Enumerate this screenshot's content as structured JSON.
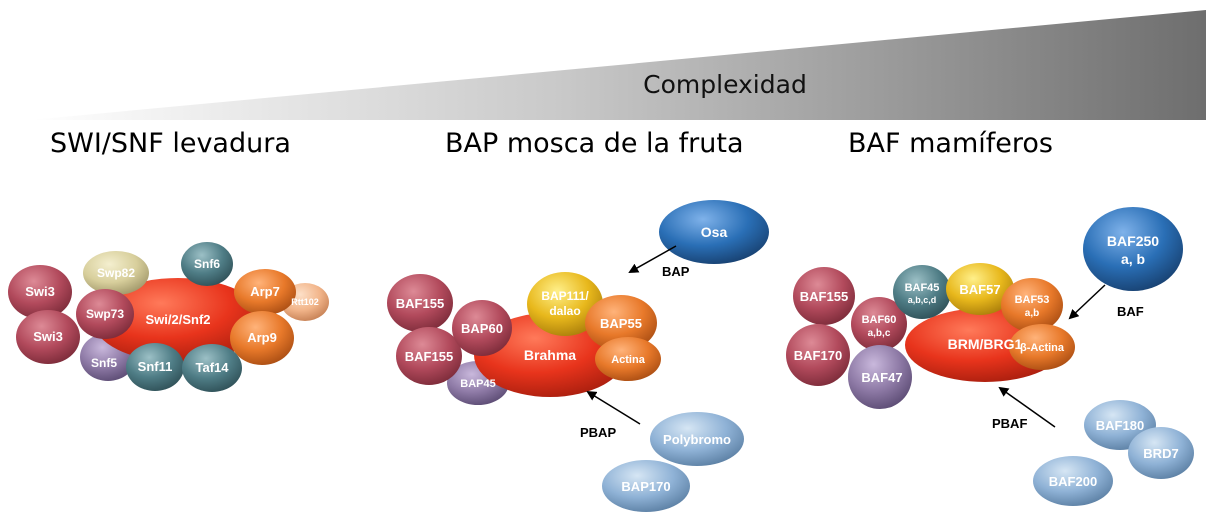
{
  "header": {
    "complexity": "Complexidad"
  },
  "sections": {
    "yeast": {
      "title": "SWI/SNF levadura"
    },
    "fly": {
      "title": "BAP mosca de la fruta"
    },
    "mammal": {
      "title": "BAF mamíferos"
    }
  },
  "colors": {
    "red_core": "#e8341c",
    "maroon": "#b24a5c",
    "teal": "#4f7d86",
    "orange": "#e8792a",
    "yellow": "#e8b81c",
    "purple": "#8e7aa6",
    "khaki": "#d8cf9c",
    "peach": "#f2b58a",
    "navy": "#2a6fb6",
    "light_blue": "#8fb2d6"
  },
  "yeast": {
    "core": "Swi/2/Snf2",
    "swi3_a": "Swi3",
    "swi3_b": "Swi3",
    "swp82": "Swp82",
    "swp73": "Swp73",
    "snf6": "Snf6",
    "arp7": "Arp7",
    "rtt102": "Rtt102",
    "arp9": "Arp9",
    "snf5": "Snf5",
    "snf11": "Snf11",
    "taf14": "Taf14"
  },
  "fly": {
    "core": "Brahma",
    "baf155_a": "BAF155",
    "baf155_b": "BAF155",
    "bap60": "BAP60",
    "bap45": "BAP45",
    "bap111_l1": "BAP111/",
    "bap111_l2": "dalao",
    "bap55": "BAP55",
    "actina": "Actina",
    "osa": "Osa",
    "polybromo": "Polybromo",
    "bap170": "BAP170",
    "arrow_bap": "BAP",
    "arrow_pbap": "PBAP"
  },
  "mammal": {
    "core": "BRM/BRG1",
    "baf155": "BAF155",
    "baf170": "BAF170",
    "baf60_l1": "BAF60",
    "baf60_l2": "a,b,c",
    "baf47": "BAF47",
    "baf45_l1": "BAF45",
    "baf45_l2": "a,b,c,d",
    "baf57": "BAF57",
    "baf53_l1": "BAF53",
    "baf53_l2": "a,b",
    "beta_actina": "β-Actina",
    "baf250_l1": "BAF250",
    "baf250_l2": "a, b",
    "baf180": "BAF180",
    "brd7": "BRD7",
    "baf200": "BAF200",
    "arrow_baf": "BAF",
    "arrow_pbaf": "PBAF"
  }
}
